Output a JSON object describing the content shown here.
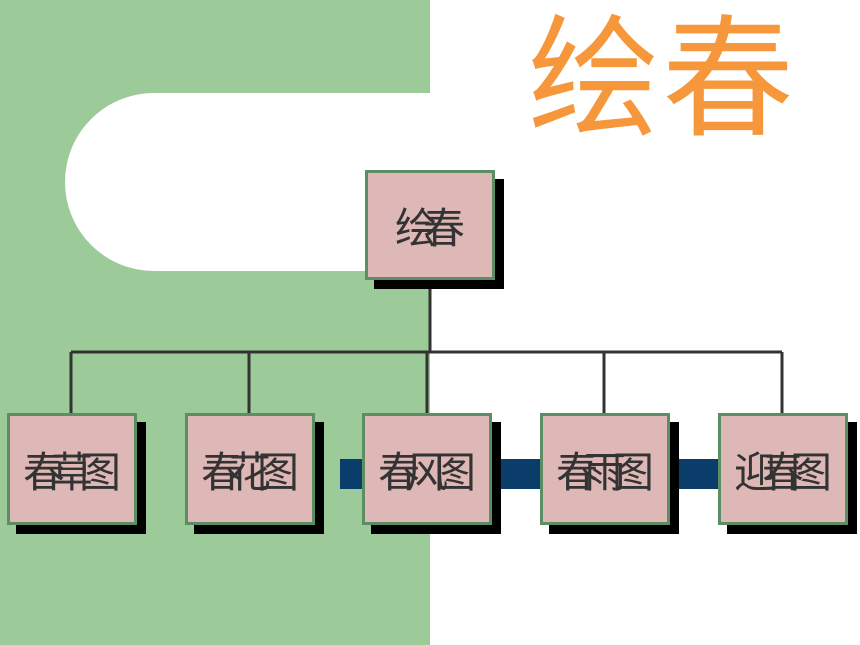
{
  "title": "绘春",
  "diagram": {
    "root": {
      "label": "绘春"
    },
    "children": [
      {
        "label": "春草图"
      },
      {
        "label": "春花图"
      },
      {
        "label": "春风图"
      },
      {
        "label": "春雨图"
      },
      {
        "label": "迎春图"
      }
    ]
  },
  "colors": {
    "panel": "#9ccb99",
    "title": "#f5973a",
    "node_fill": "#deb8b6",
    "node_border": "#5c8e63",
    "band": "#0b3d6b",
    "line": "#333333"
  }
}
